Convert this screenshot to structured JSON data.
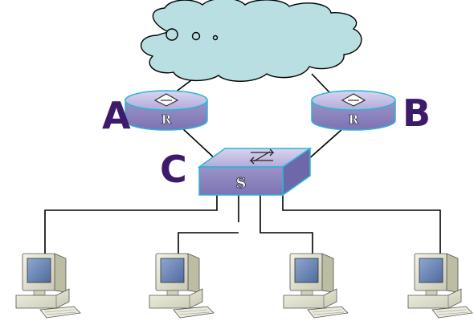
{
  "labels": {
    "router_a": "A",
    "router_b": "B",
    "switch_c": "C"
  },
  "device_text": {
    "router_a": "R",
    "router_b": "R",
    "switch": "S"
  },
  "colors": {
    "cloud_fill": "#b9dfe3",
    "label_color": "#3d1a6b",
    "device_body": "#8b84bd",
    "device_top": "#c8c2e6",
    "device_side": "#6f68a8",
    "device_outline": "#29b8dc",
    "link_color": "#000000",
    "pc_body": "#e3e3d1",
    "pc_screen": "#6b86b6"
  },
  "icons": {
    "cloud": "cloud-icon",
    "router": "router-icon",
    "switch": "switch-icon",
    "pc": "desktop-computer-icon"
  }
}
